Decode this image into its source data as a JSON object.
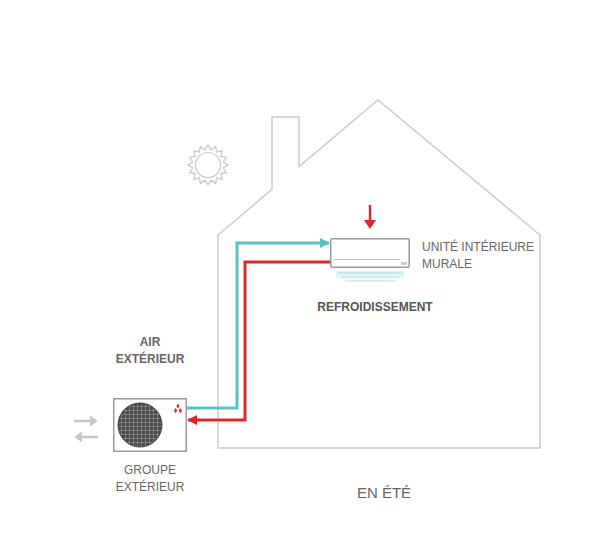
{
  "diagram": {
    "nodes": [
      {
        "text": [
          "AIR EXTÉRIEUR",
          "GROUPE EXTÉRIEUR"
        ]
      },
      {
        "text": [
          "UNITÉ INTÉRIEURE MURALE"
        ]
      }
    ],
    "edges": [
      {
        "from": 0,
        "to": 1,
        "arrow": "to"
      },
      {
        "from": 1,
        "to": 0,
        "arrow": "to"
      }
    ],
    "labels": [
      "REFROIDISSEMENT",
      "EN ÉTÉ"
    ]
  }
}
